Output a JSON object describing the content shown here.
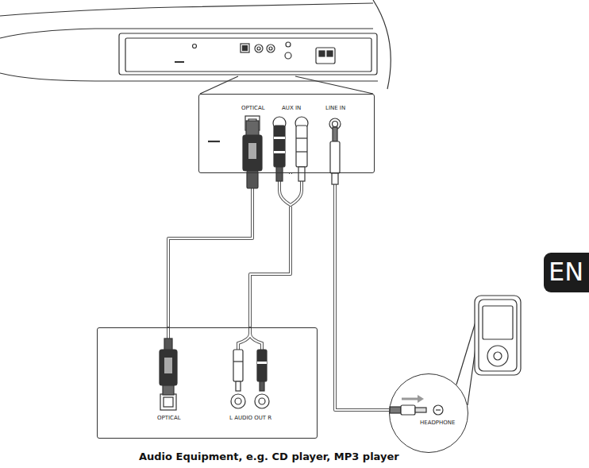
{
  "diagram": {
    "caption": "Audio Equipment, e.g. CD player, MP3 player",
    "nodes": [
      {
        "text": [
          "OPTICAL",
          "AUX IN",
          "LINE IN"
        ]
      },
      {
        "text": [
          "EN"
        ]
      },
      {
        "text": [
          "OPTICAL",
          "L AUDIO OUT R"
        ]
      },
      {
        "text": [
          "HEADPHONE"
        ]
      }
    ],
    "edges": [
      {
        "from": 0,
        "to": 2,
        "arrow": "none"
      },
      {
        "from": 0,
        "to": 2,
        "arrow": "none"
      },
      {
        "from": 0,
        "to": 3,
        "arrow": "none"
      }
    ]
  }
}
